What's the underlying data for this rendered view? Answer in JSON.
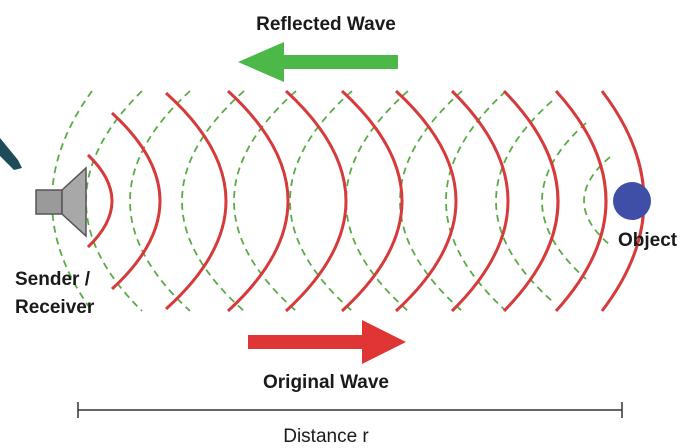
{
  "labels": {
    "reflected_wave": "Reflected Wave",
    "original_wave": "Original Wave",
    "sender_line1": "Sender /",
    "sender_line2": "Receiver",
    "object": "Object",
    "distance": "Distance r"
  },
  "colors": {
    "original_wave": "#d63a3a",
    "reflected_wave": "#5aab45",
    "reflected_arrow": "#4cb848",
    "original_arrow": "#e03535",
    "object": "#3f4fa8",
    "speaker_body": "#9a9a9a",
    "speaker_stroke": "#555555",
    "corner_mark": "#1f4a5a",
    "text": "#1a1a1a"
  },
  "icons": {
    "sender": "speaker-icon",
    "object": "object-dot"
  }
}
